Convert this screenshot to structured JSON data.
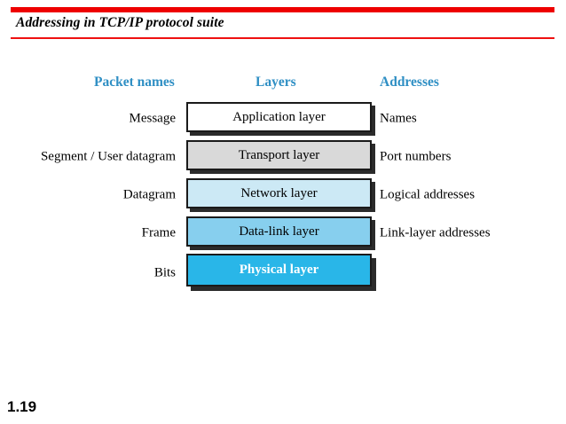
{
  "slide": {
    "title": "Addressing in TCP/IP protocol suite",
    "page_number": "1.19",
    "accent_rule_color": "#ee0000",
    "heading_color": "#2f8fc4"
  },
  "columns": {
    "packet_names": "Packet names",
    "layers": "Layers",
    "addresses": "Addresses"
  },
  "rows": [
    {
      "packet_name": "Message",
      "layer": "Application layer",
      "address": "Names",
      "fill": "#ffffff",
      "text_color": "#000000",
      "bold": false
    },
    {
      "packet_name": "Segment / User datagram",
      "layer": "Transport layer",
      "address": "Port numbers",
      "fill": "#d9d9d9",
      "text_color": "#000000",
      "bold": false
    },
    {
      "packet_name": "Datagram",
      "layer": "Network layer",
      "address": "Logical addresses",
      "fill": "#cce9f5",
      "text_color": "#000000",
      "bold": false
    },
    {
      "packet_name": "Frame",
      "layer": "Data-link layer",
      "address": "Link-layer addresses",
      "fill": "#87cfee",
      "text_color": "#000000",
      "bold": false
    },
    {
      "packet_name": "Bits",
      "layer": "Physical layer",
      "address": "",
      "fill": "#29b6e8",
      "text_color": "#ffffff",
      "bold": true
    }
  ]
}
